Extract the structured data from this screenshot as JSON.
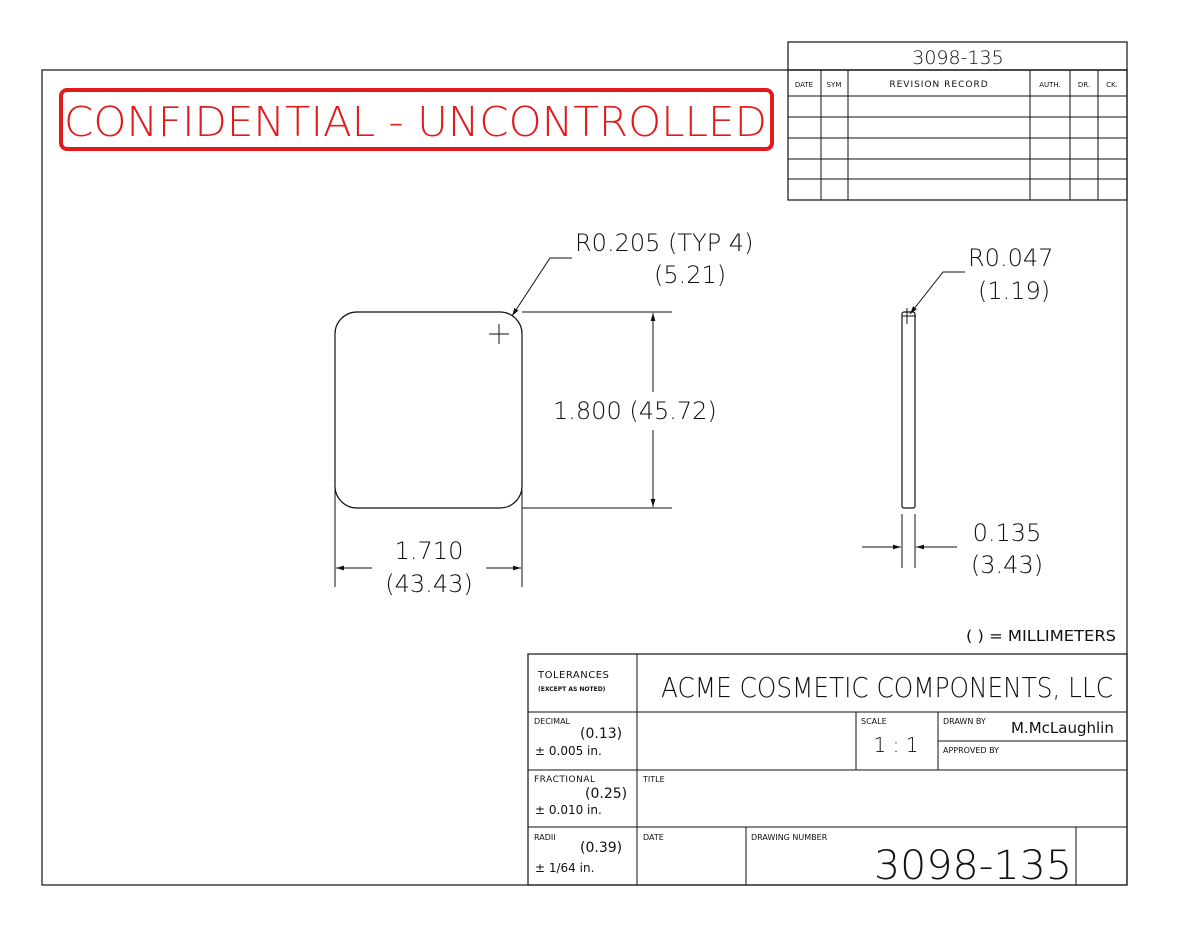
{
  "top_tab": {
    "number": "3098-135"
  },
  "revision_table": {
    "headers": [
      "DATE",
      "SYM",
      "REVISION RECORD",
      "AUTH.",
      "DR.",
      "CK."
    ],
    "row_count": 5
  },
  "stamp": {
    "text": "CONFIDENTIAL - UNCONTROLLED",
    "color": "#e11b1b"
  },
  "dimensions": {
    "corner_radius_in": "R0.205 (TYP 4)",
    "corner_radius_mm": "(5.21)",
    "height": "1.800 (45.72)",
    "width_in": "1.710",
    "width_mm": "(43.43)",
    "edge_radius_in": "R0.047",
    "edge_radius_mm": "(1.19)",
    "thickness_in": "0.135",
    "thickness_mm": "(3.43)",
    "units_note": "( ) = MILLIMETERS"
  },
  "title_block": {
    "tolerances_label": "TOLERANCES",
    "tolerances_sub": "(EXCEPT AS NOTED)",
    "company": "ACME COSMETIC COMPONENTS, LLC",
    "decimal_label": "DECIMAL",
    "decimal_mm": "(0.13)",
    "decimal_tol": "± 0.005  in.",
    "fractional_label": "FRACTIONAL",
    "fractional_mm": "(0.25)",
    "fractional_tol": "±  0.010  in.",
    "radii_label": "RADII",
    "radii_mm": "(0.39)",
    "radii_tol": "± 1/64  in.",
    "scale_label": "SCALE",
    "scale_value": "1 : 1",
    "drawn_by_label": "DRAWN  BY",
    "drawn_by_value": "M.McLaughlin",
    "approved_by_label": "APPROVED  BY",
    "title_label": "TITLE",
    "date_label": "DATE",
    "drawing_number_label": "DRAWING  NUMBER",
    "drawing_number": "3098-135"
  }
}
